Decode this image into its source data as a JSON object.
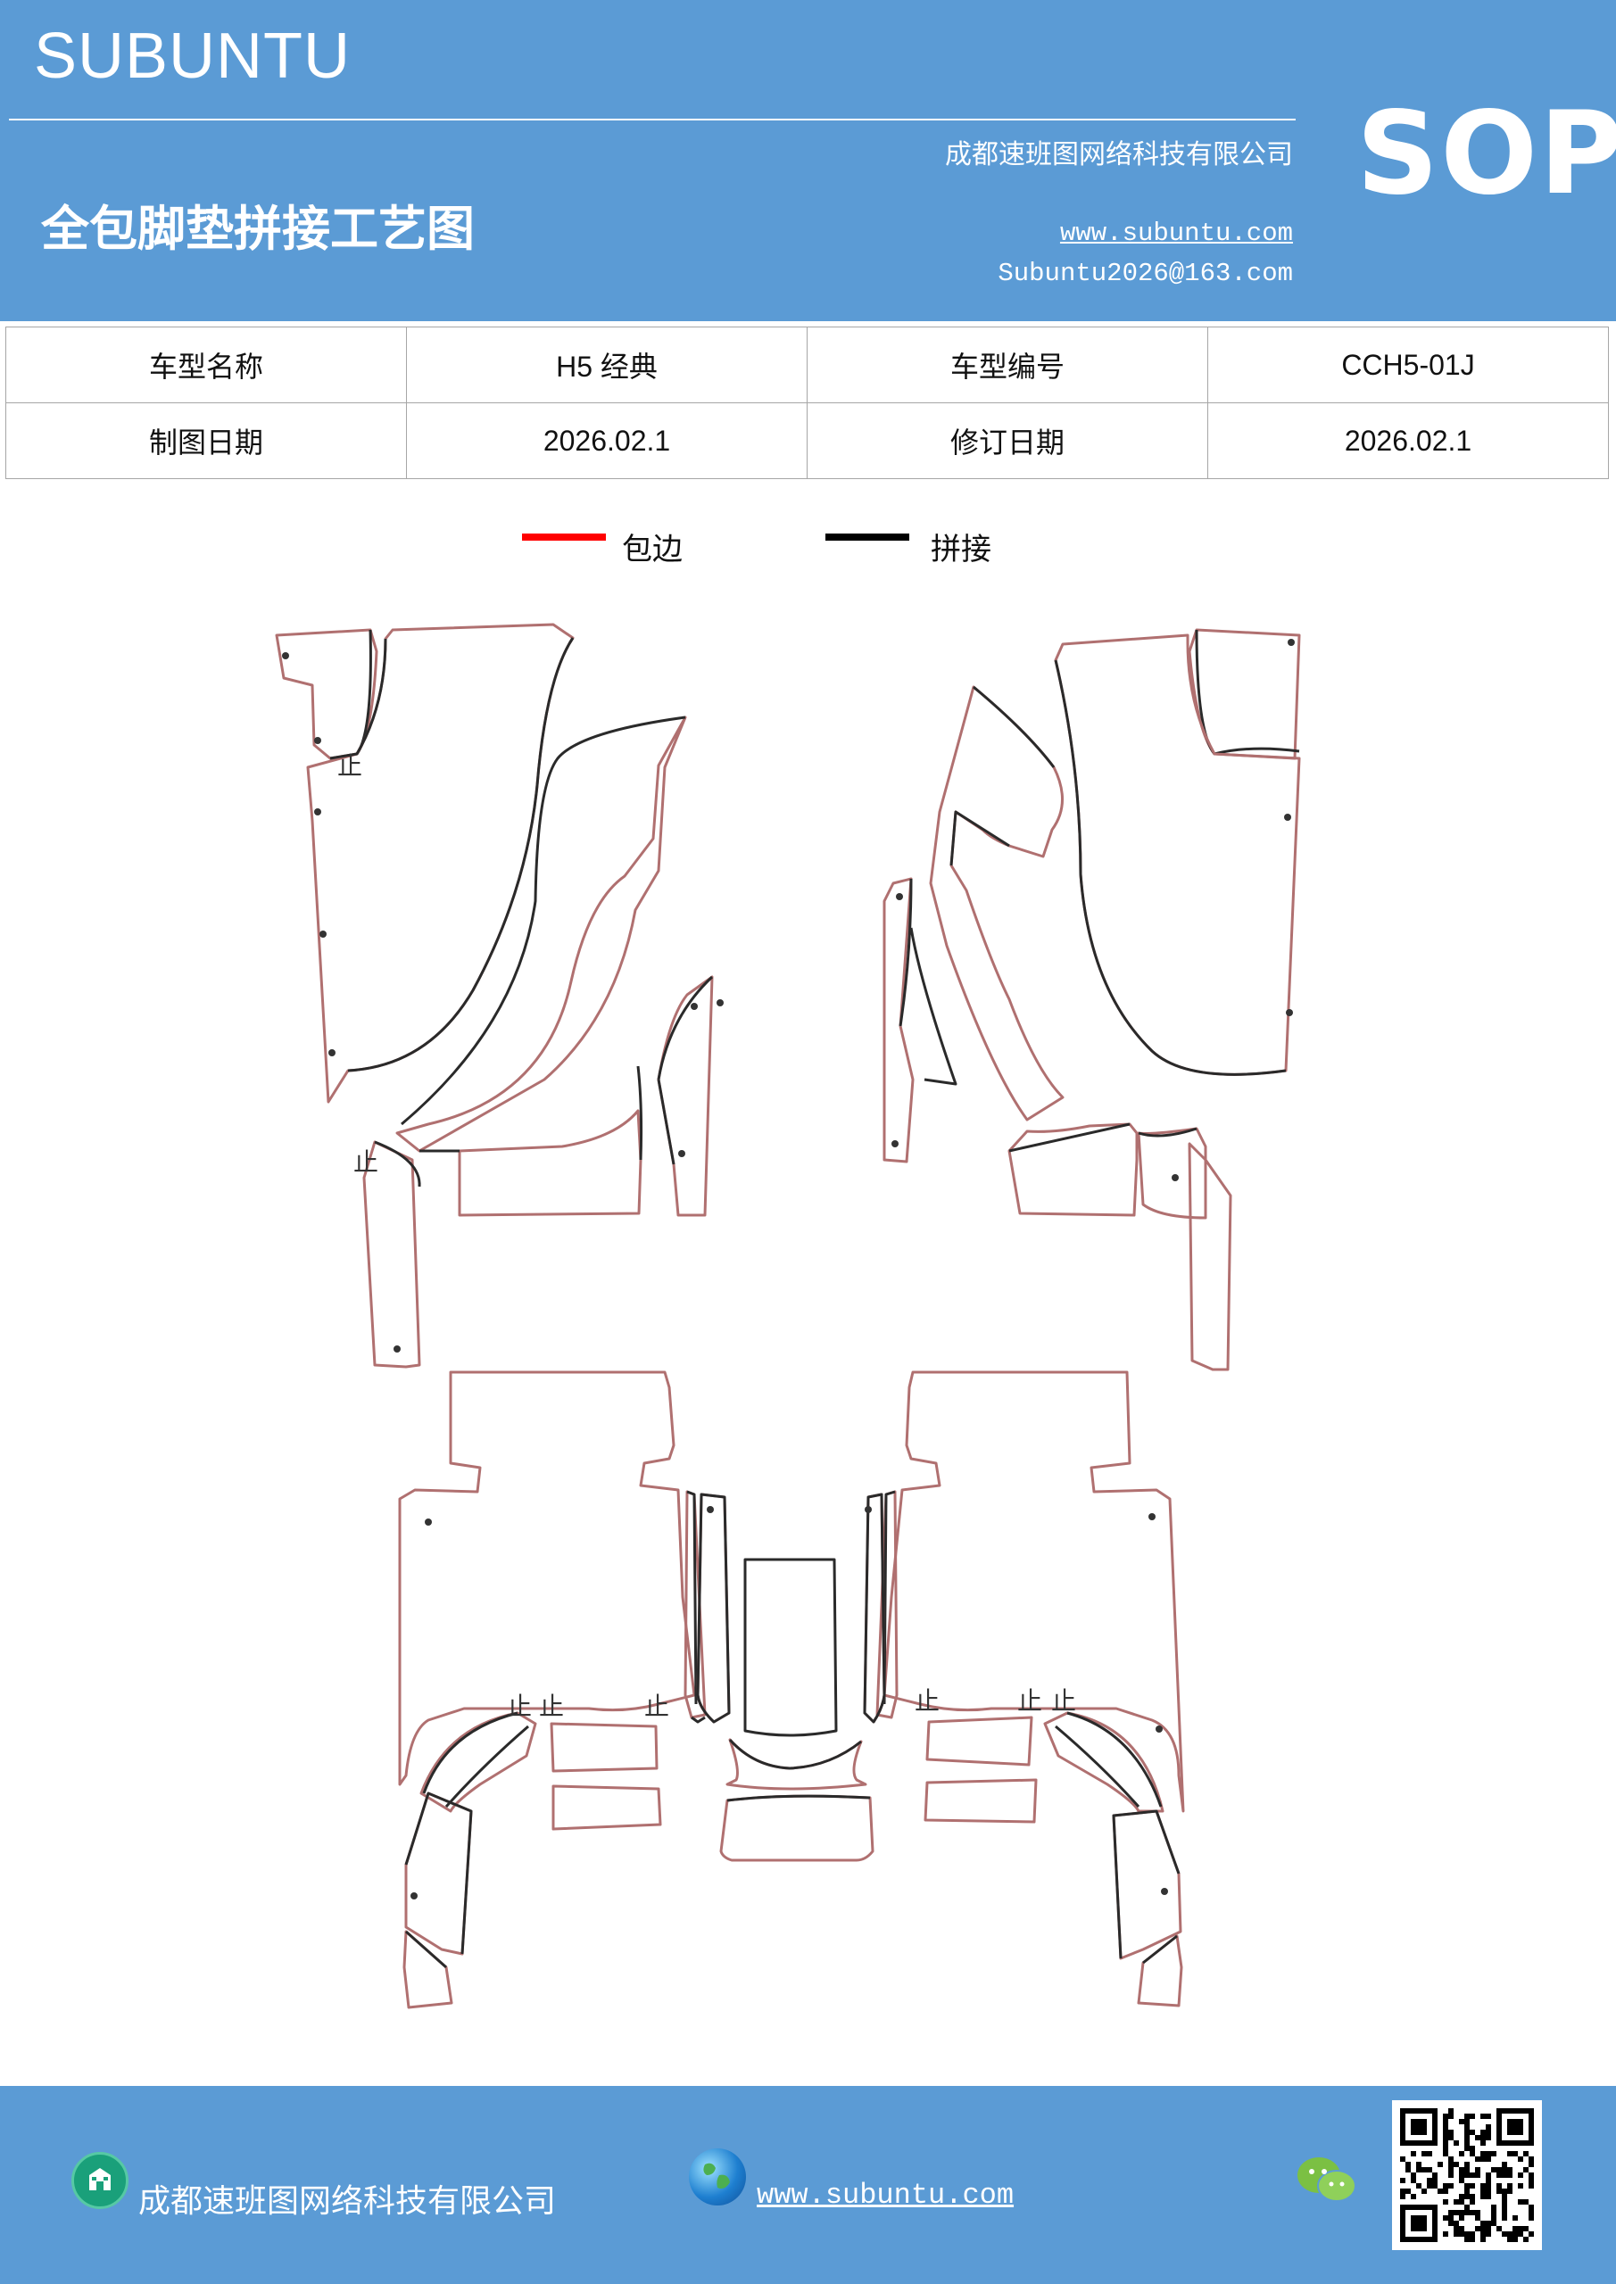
{
  "header": {
    "brand": "SUBUNTU",
    "company": "成都速班图网络科技有限公司",
    "title": "全包脚垫拼接工艺图",
    "website": "www.subuntu.com",
    "email": "Subuntu2026@163.com",
    "badge": "SOP"
  },
  "info_table": {
    "model_name_label": "车型名称",
    "model_name_value": "H5 经典",
    "model_code_label": "车型编号",
    "model_code_value": "CCH5-01J",
    "draw_date_label": "制图日期",
    "draw_date_value": "2026.02.1",
    "revise_date_label": "修订日期",
    "revise_date_value": "2026.02.1"
  },
  "legend": {
    "edge_label": "包边",
    "edge_color": "#ff0000",
    "splice_label": "拼接",
    "splice_color": "#000000"
  },
  "drawing": {
    "stop_mark": "止",
    "edge_stroke": "#b07070",
    "splice_stroke": "#2a2a2a"
  },
  "footer": {
    "company": "成都速班图网络科技有限公司",
    "website": "www.subuntu.com",
    "icons": [
      "company-icon",
      "globe-icon",
      "wechat-icon",
      "qr-code"
    ]
  }
}
